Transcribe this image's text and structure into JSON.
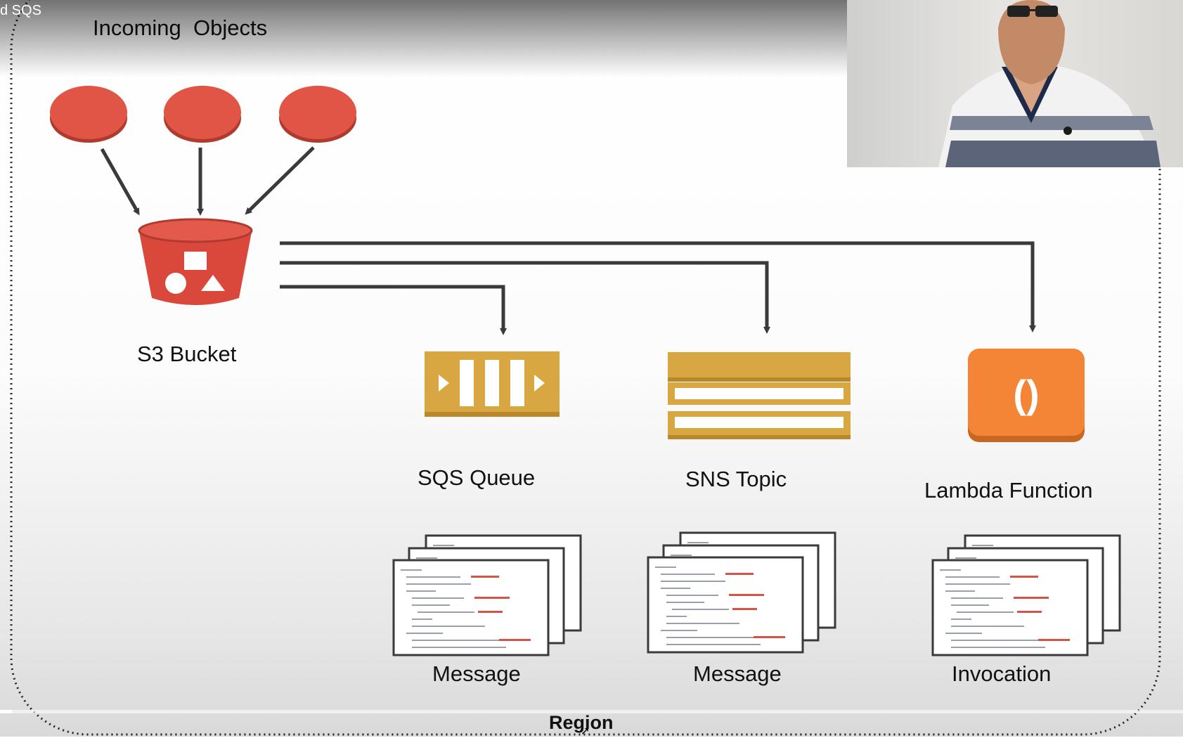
{
  "video": {
    "title_fragment": "d SQS",
    "progress": 0.01
  },
  "diagram": {
    "region_label": "Region",
    "incoming_objects_label": "Incoming  Objects",
    "bucket_label": "S3 Bucket",
    "targets": [
      {
        "name": "SQS Queue",
        "payload": "Message"
      },
      {
        "name": "SNS Topic",
        "payload": "Message"
      },
      {
        "name": "Lambda Function",
        "payload": "Invocation",
        "icon_text": "()"
      }
    ]
  },
  "colors": {
    "object_red": "#e05545",
    "bucket_red": "#d9483b",
    "sqs_gold": "#d9a741",
    "sns_gold": "#d9a741",
    "lambda_orange": "#f58536",
    "arrow": "#3a3a3a",
    "region_border": "#222222"
  },
  "icons": [
    "s3-bucket-icon",
    "sqs-queue-icon",
    "sns-topic-icon",
    "lambda-function-icon",
    "json-document-icon"
  ]
}
